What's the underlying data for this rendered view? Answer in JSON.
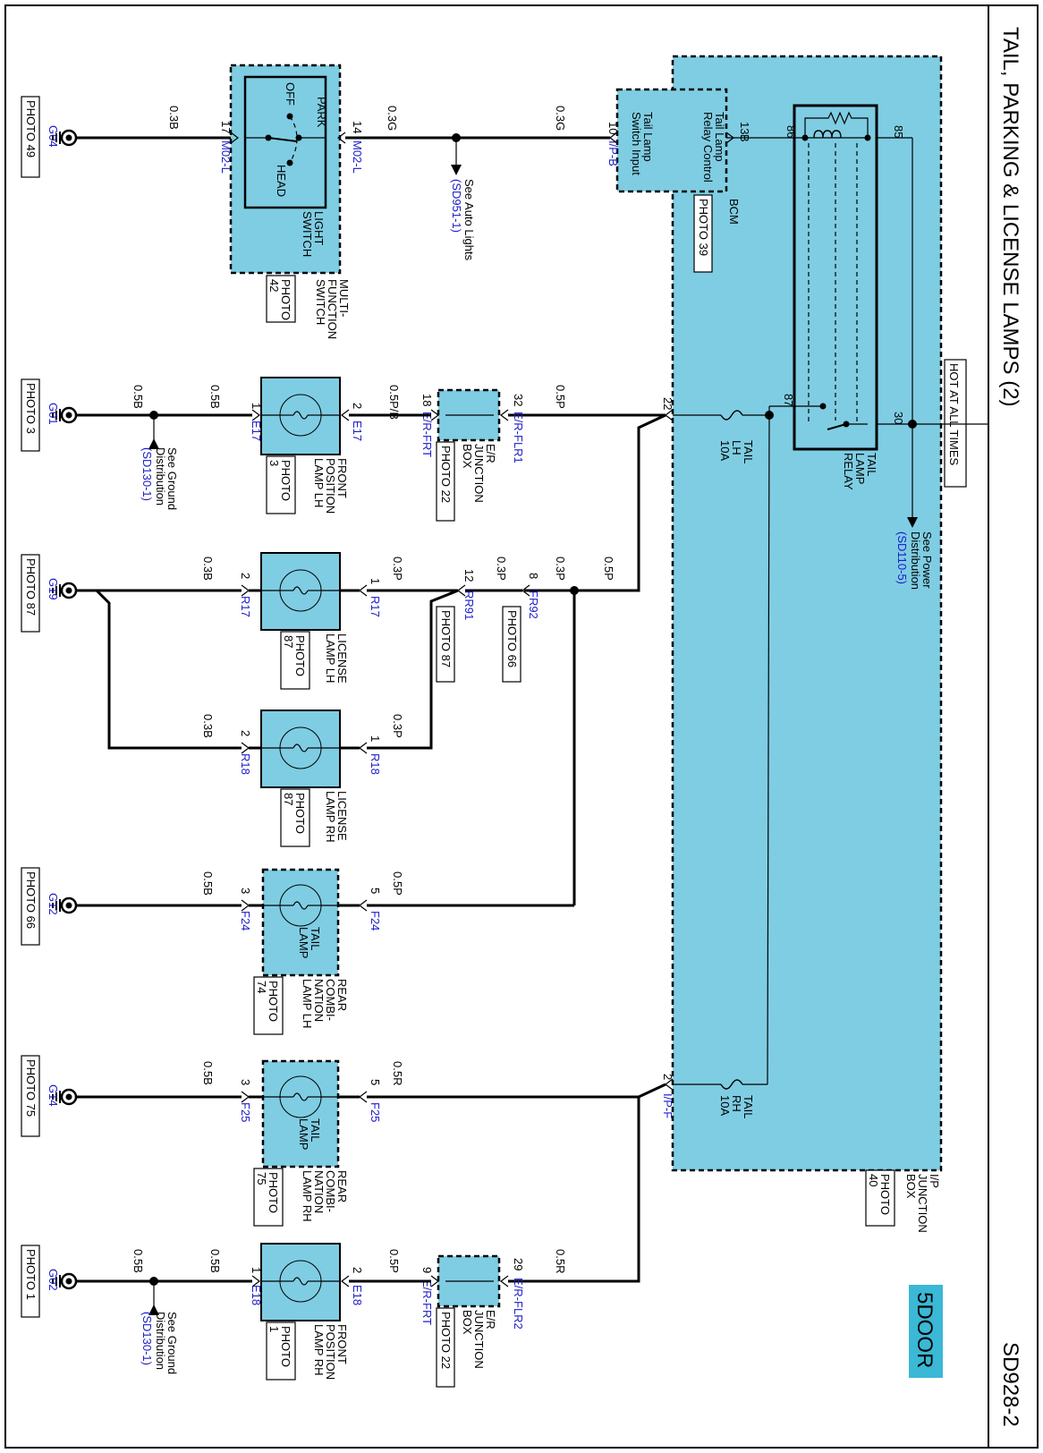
{
  "title": "TAIL, PARKING & LICENSE LAMPS (2)",
  "page_code": "SD928-2",
  "variant_badge": "5DOOR",
  "hot_label": "HOT AT ALL TIMES",
  "power_ref": {
    "l1": "See Power",
    "l2": "Distribution",
    "l3": "(SD110-5)"
  },
  "ipjb": {
    "l1": "I/P",
    "l2": "JUNCTION",
    "l3": "BOX",
    "p1": "PHOTO",
    "p2": "40"
  },
  "relay": {
    "l1": "TAIL",
    "l2": "LAMP",
    "l3": "RELAY",
    "pin86": "86",
    "pin85": "85",
    "pin87": "87",
    "pin30": "30"
  },
  "fuse_lh": {
    "l1": "TAIL",
    "l2": "LH",
    "l3": "10A",
    "pin": "22"
  },
  "fuse_rh": {
    "l1": "TAIL",
    "l2": "RH",
    "l3": "10A",
    "pin": "2",
    "conn": "I/P-F"
  },
  "bcm": {
    "name": "BCM",
    "photo": "PHOTO 39",
    "in1": "Tail Lamp",
    "in2": "Switch Input",
    "ctl1": "Tail Lamp",
    "ctl2": "Relay Control",
    "pin_in": "10",
    "conn_in": "I/P-B",
    "pin_ctl": "13",
    "conn_ctl": "B"
  },
  "light_switch": {
    "park": "PARK",
    "off": "OFF",
    "head": "HEAD",
    "l1": "LIGHT",
    "l2": "SWITCH",
    "m1": "MULTI-",
    "m2": "FUNCTION",
    "m3": "SWITCH",
    "p1": "PHOTO",
    "p2": "42",
    "pin17": "17",
    "pin14": "14",
    "conn": "M02-L"
  },
  "auto_lights": {
    "l1": "See Auto Lights",
    "l2": "(SD951-1)"
  },
  "grounds": [
    {
      "id": "G04",
      "photo": "PHOTO 49"
    },
    {
      "id": "G01",
      "photo": "PHOTO 3"
    },
    {
      "id": "G19",
      "photo": "PHOTO 87"
    },
    {
      "id": "G12",
      "photo": "PHOTO 66"
    },
    {
      "id": "G14",
      "photo": "PHOTO 75"
    },
    {
      "id": "G02",
      "photo": "PHOTO 1"
    }
  ],
  "ground_ref": {
    "l1": "See Ground",
    "l2": "Distribution",
    "l3": "(SD130-1)"
  },
  "wires": {
    "b03": "0.3B",
    "g03": "0.3G",
    "p05": "0.5P",
    "pb05": "0.5P/B",
    "b05": "0.5B",
    "p03": "0.3P",
    "r05": "0.5R"
  },
  "erjb1": {
    "l1": "E/R",
    "l2": "JUNCTION",
    "l3": "BOX",
    "photo": "PHOTO 22",
    "pin32": "32",
    "conn32": "E/R-FLR1",
    "pin18": "18",
    "conn18": "E/R-FRT"
  },
  "erjb2": {
    "l1": "E/R",
    "l2": "JUNCTION",
    "l3": "BOX",
    "photo": "PHOTO 22",
    "pin29": "29",
    "conn29": "E/R-FLR2",
    "pin9": "9",
    "conn9": "E/R-FRT"
  },
  "front_lh": {
    "l1": "FRONT",
    "l2": "POSITION",
    "l3": "LAMP LH",
    "p1": "PHOTO",
    "p2": "3",
    "pin2": "2",
    "pin1": "1",
    "conn": "E17"
  },
  "front_rh": {
    "l1": "FRONT",
    "l2": "POSITION",
    "l3": "LAMP RH",
    "p1": "PHOTO",
    "p2": "1",
    "pin2": "2",
    "pin1": "1",
    "conn": "E18"
  },
  "fr92": {
    "pin": "8",
    "conn": "FR92",
    "photo": "PHOTO 66"
  },
  "rr91": {
    "pin": "12",
    "conn": "RR91",
    "photo": "PHOTO 87"
  },
  "lic_lh": {
    "l1": "LICENSE",
    "l2": "LAMP LH",
    "p1": "PHOTO",
    "p2": "87",
    "pin1": "1",
    "pin2": "2",
    "conn": "R17"
  },
  "lic_rh": {
    "l1": "LICENSE",
    "l2": "LAMP RH",
    "p1": "PHOTO",
    "p2": "87",
    "pin1": "1",
    "pin2": "2",
    "conn": "R18"
  },
  "tail_lh": {
    "in1": "TAIL",
    "in2": "LAMP",
    "l1": "REAR",
    "l2": "COMBI-",
    "l3": "NATION",
    "l4": "LAMP LH",
    "p1": "PHOTO",
    "p2": "74",
    "pin5": "5",
    "pin3": "3",
    "conn": "F24"
  },
  "tail_rh": {
    "in1": "TAIL",
    "in2": "LAMP",
    "l1": "REAR",
    "l2": "COMBI-",
    "l3": "NATION",
    "l4": "LAMP RH",
    "p1": "PHOTO",
    "p2": "75",
    "pin5": "5",
    "pin3": "3",
    "conn": "F25"
  }
}
